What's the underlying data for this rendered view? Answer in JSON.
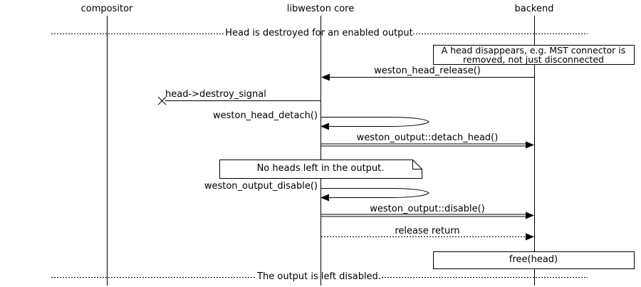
{
  "colors": {
    "ink": "#000000",
    "paper": "#ffffff"
  },
  "participants": [
    {
      "label": "compositor"
    },
    {
      "label": "libweston core"
    },
    {
      "label": "backend"
    }
  ],
  "dividers": {
    "top_label": "Head is destroyed for an enabled output",
    "bottom_label": "The output is left disabled."
  },
  "notes": {
    "disappear_line1": "A head disappears, e.g. MST connector is",
    "disappear_line2": "removed, not just disconnected",
    "no_heads": "No heads left in the output.",
    "free_head": "free(head)"
  },
  "messages": {
    "head_release": "weston_head_release()",
    "destroy_signal": "head->destroy_signal",
    "head_detach": "weston_head_detach()",
    "detach_head": "weston_output::detach_head()",
    "output_disable_fn": "weston_output_disable()",
    "output_disable": "weston_output::disable()",
    "release_return": "release return"
  }
}
